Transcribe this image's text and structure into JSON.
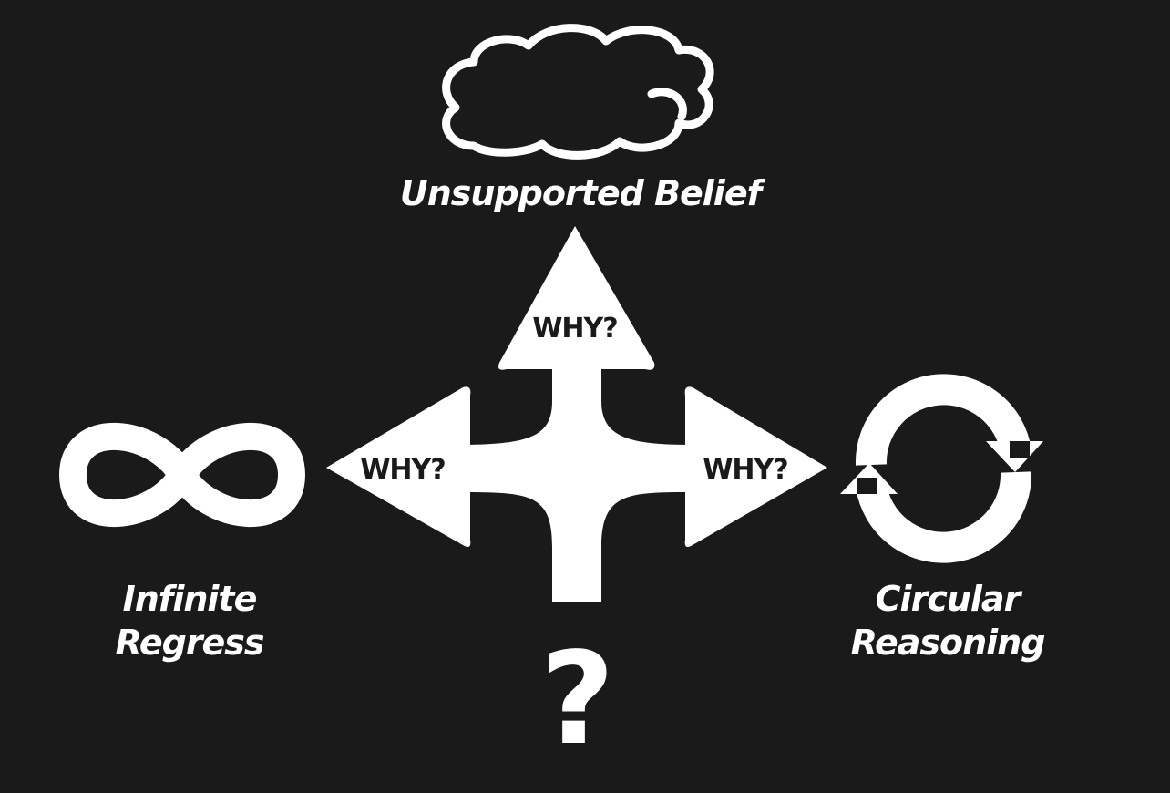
{
  "colors": {
    "background": "#1a1a1a",
    "foreground": "#ffffff"
  },
  "icons": {
    "top": "cloud-icon",
    "left": "infinity-icon",
    "right": "circular-arrows-icon",
    "bottom": "question-mark-icon"
  },
  "labels": {
    "top": "Unsupported Belief",
    "left_line1": "Infinite",
    "left_line2": "Regress",
    "right_line1": "Circular",
    "right_line2": "Reasoning"
  },
  "arrows": {
    "up": "WHY?",
    "left": "WHY?",
    "right": "WHY?"
  },
  "question": "?"
}
